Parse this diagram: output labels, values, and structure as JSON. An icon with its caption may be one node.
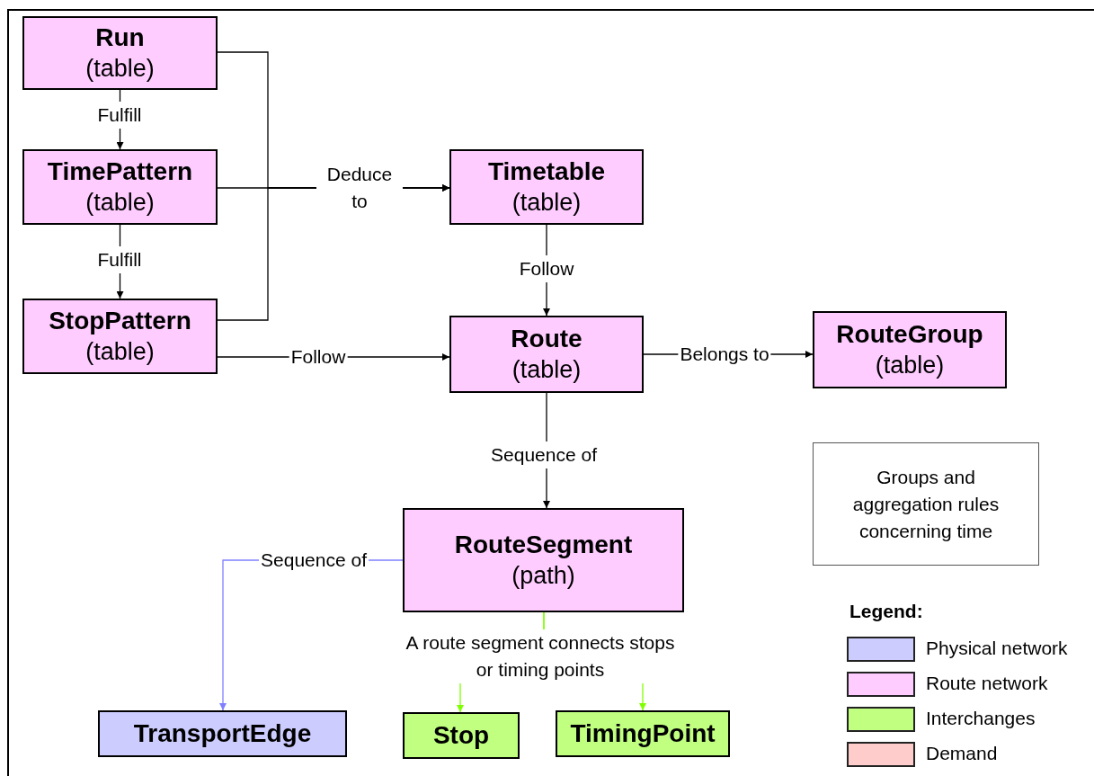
{
  "diagram": {
    "nodes": [
      {
        "text": [
          "Run",
          "(table)"
        ]
      },
      {
        "text": [
          "TimePattern",
          "(table)"
        ]
      },
      {
        "text": [
          "StopPattern",
          "(table)"
        ]
      },
      {
        "text": [
          "Timetable",
          "(table)"
        ]
      },
      {
        "text": [
          "Route",
          "(table)"
        ]
      },
      {
        "text": [
          "RouteGroup",
          "(table)"
        ]
      },
      {
        "text": [
          "RouteSegment",
          "(path)"
        ]
      },
      {
        "text": [
          "TransportEdge"
        ]
      },
      {
        "text": [
          "Stop"
        ]
      },
      {
        "text": [
          "TimingPoint"
        ]
      },
      {
        "text": [
          "Groups and aggregation rules concerning time"
        ]
      }
    ],
    "edges": [
      {
        "from": 0,
        "to": 1,
        "arrow": "to",
        "label": "Fulfill"
      },
      {
        "from": 1,
        "to": 2,
        "arrow": "to",
        "label": "Fulfill"
      },
      {
        "from": 0,
        "to": 3,
        "arrow": "to"
      },
      {
        "from": 1,
        "to": 3,
        "arrow": "to",
        "label": "Deduce to"
      },
      {
        "from": 2,
        "to": 3,
        "arrow": "to"
      },
      {
        "from": 2,
        "to": 4,
        "arrow": "to",
        "label": "Follow"
      },
      {
        "from": 3,
        "to": 4,
        "arrow": "to",
        "label": "Follow"
      },
      {
        "from": 4,
        "to": 5,
        "arrow": "to",
        "label": "Belongs to"
      },
      {
        "from": 4,
        "to": 6,
        "arrow": "to",
        "label": "Sequence of"
      },
      {
        "from": 6,
        "to": 7,
        "arrow": "to",
        "label": "Sequence of",
        "color": "#8080ff"
      },
      {
        "from": 6,
        "to": 8,
        "arrow": "to",
        "label": "A route segment connects stops or timing points",
        "color": "#80ff00"
      },
      {
        "from": 6,
        "to": 9,
        "arrow": "to",
        "color": "#80ff00"
      }
    ],
    "labels": [
      "Legend:"
    ],
    "legend": [
      {
        "text": "Physical network",
        "color": "#ccccff"
      },
      {
        "text": "Route network",
        "color": "#ffccff"
      },
      {
        "text": "Interchanges",
        "color": "#c0ff80"
      },
      {
        "text": "Demand",
        "color": "#ffcccc"
      }
    ]
  }
}
